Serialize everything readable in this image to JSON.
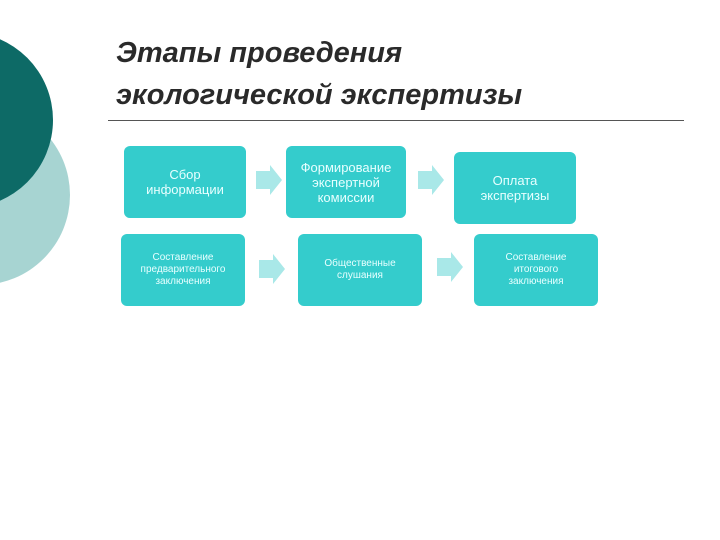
{
  "slide": {
    "title_line1": "Этапы проведения",
    "title_line2": "экологической экспертизы"
  },
  "colors": {
    "box": "#34cccc",
    "arrow": "#a9e8e8",
    "decor_dark": "#0d6a66",
    "decor_light": "#a7d4d2"
  },
  "diagram": {
    "row1": [
      {
        "label": "Сбор\nинформации"
      },
      {
        "label": "Формирование\nэкспертной\nкомиссии"
      },
      {
        "label": "Оплата\nэкспертизы"
      }
    ],
    "row2": [
      {
        "label": "Составление\nпредварительного\nзаключения"
      },
      {
        "label": "Общественные\nслушания"
      },
      {
        "label": "Составление\nитогового\nзаключения"
      }
    ]
  }
}
